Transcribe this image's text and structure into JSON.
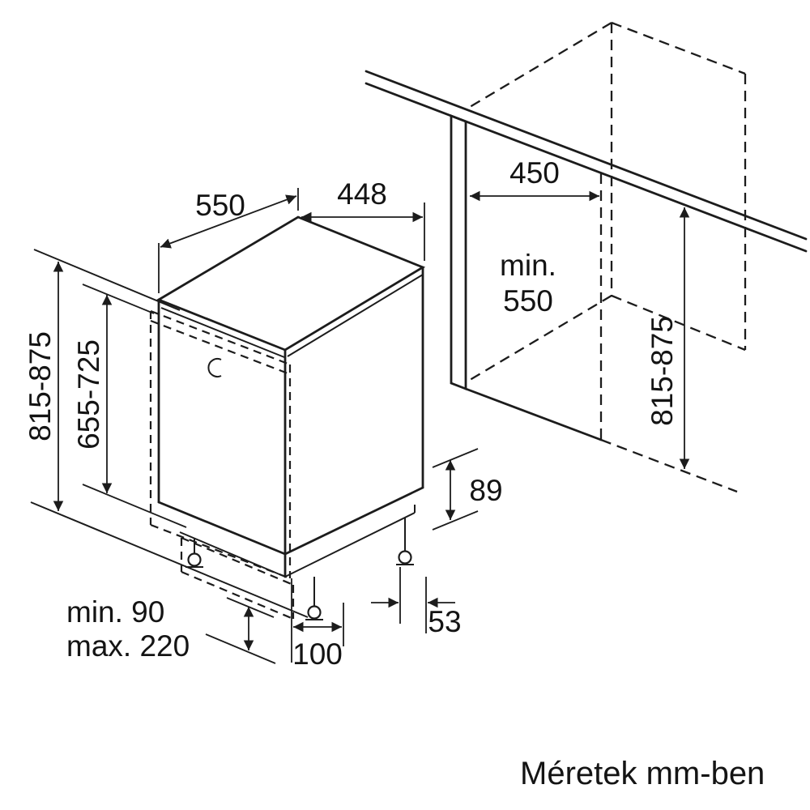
{
  "diagram": {
    "caption": "Méretek mm-ben",
    "dimensions": {
      "top_depth": "550",
      "top_width": "448",
      "left_height": "815-875",
      "door_height": "655-725",
      "plinth_min": "min. 90",
      "plinth_max": "max. 220",
      "front_offset": "100",
      "side_gap": "89",
      "side_offset": "53",
      "niche_width": "450",
      "niche_depth_label": "min.",
      "niche_depth_value": "550",
      "niche_height": "815-875"
    },
    "colors": {
      "line": "#1c1c1c",
      "background": "#ffffff"
    }
  }
}
